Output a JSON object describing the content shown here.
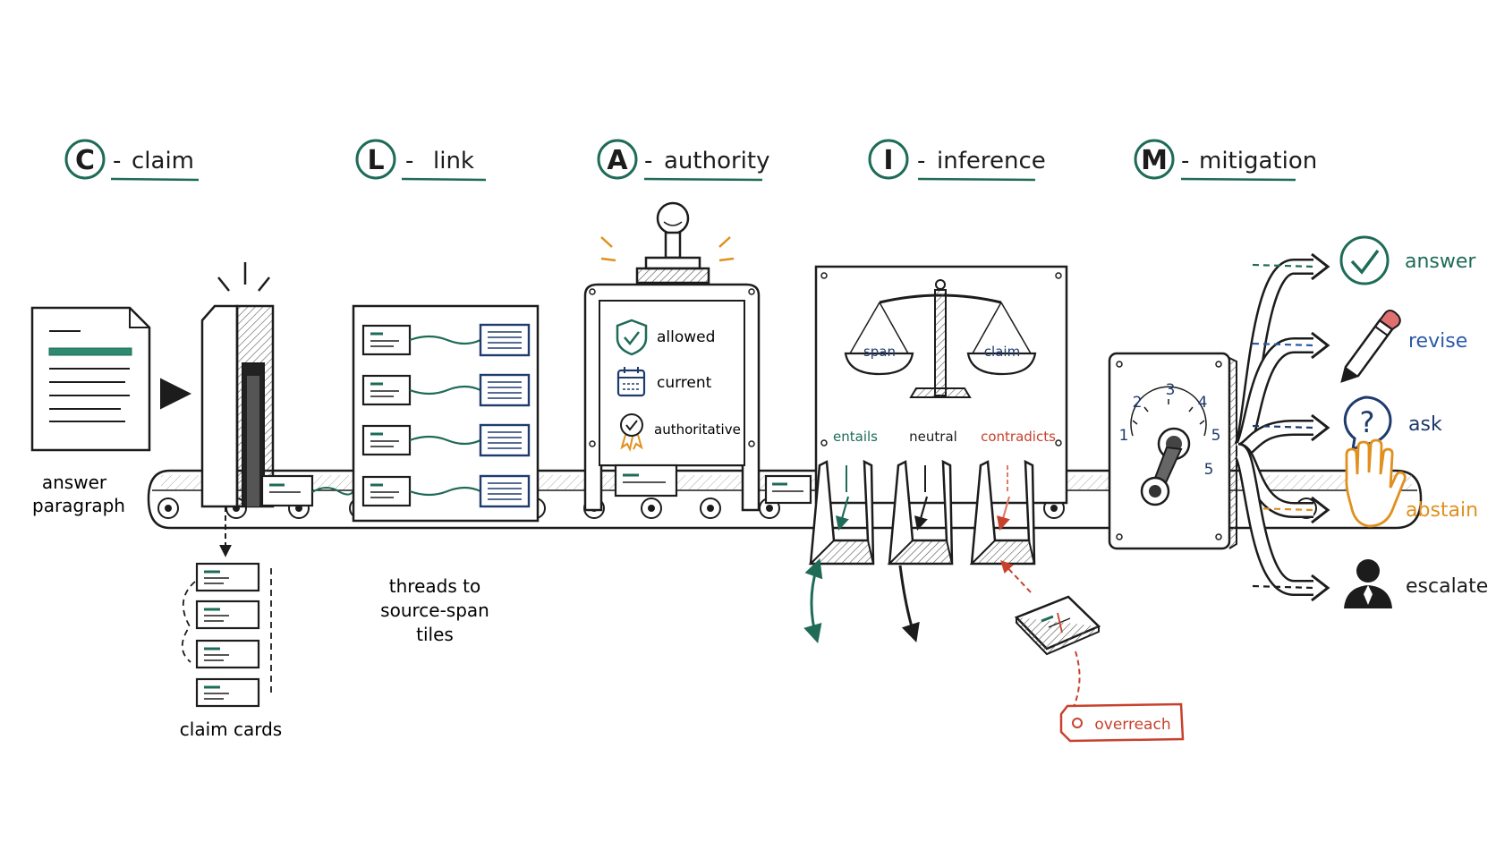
{
  "colors": {
    "ink": "#1c1c1c",
    "green": "#1e6b57",
    "navy": "#1f3b6e",
    "blue": "#2a5aa8",
    "red": "#c8412c",
    "orange": "#e0901e",
    "gray": "#8a8a8a"
  },
  "stages": [
    {
      "letter": "C",
      "word": "claim"
    },
    {
      "letter": "L",
      "word": "link"
    },
    {
      "letter": "A",
      "word": "authority"
    },
    {
      "letter": "I",
      "word": "inference"
    },
    {
      "letter": "M",
      "word": "mitigation"
    }
  ],
  "claim": {
    "input_label_line1": "answer",
    "input_label_line2": "paragraph",
    "output_label": "claim cards"
  },
  "link": {
    "caption_line1": "threads to",
    "caption_line2": "source-span",
    "caption_line3": "tiles"
  },
  "authority": {
    "checks": [
      {
        "label": "allowed",
        "icon": "shield-check-icon"
      },
      {
        "label": "current",
        "icon": "calendar-icon"
      },
      {
        "label": "authoritative",
        "icon": "award-ribbon-icon"
      }
    ]
  },
  "inference": {
    "scale_left": "span",
    "scale_right": "claim",
    "chutes": [
      {
        "label": "entails",
        "color": "#1e6b57"
      },
      {
        "label": "neutral",
        "color": "#1c1c1c"
      },
      {
        "label": "contradicts",
        "color": "#c8412c"
      }
    ],
    "reject_tag": "overreach"
  },
  "mitigation": {
    "dial_numbers": [
      "1",
      "2",
      "3",
      "4",
      "5",
      "5"
    ],
    "outcomes": [
      {
        "label": "answer",
        "color": "#1e6b57",
        "icon": "check-circle-icon"
      },
      {
        "label": "revise",
        "color": "#2a5aa8",
        "icon": "pencil-icon"
      },
      {
        "label": "ask",
        "color": "#1f3b6e",
        "icon": "question-bubble-icon"
      },
      {
        "label": "abstain",
        "color": "#e0901e",
        "icon": "raised-hand-icon"
      },
      {
        "label": "escalate",
        "color": "#1c1c1c",
        "icon": "person-icon"
      }
    ]
  }
}
